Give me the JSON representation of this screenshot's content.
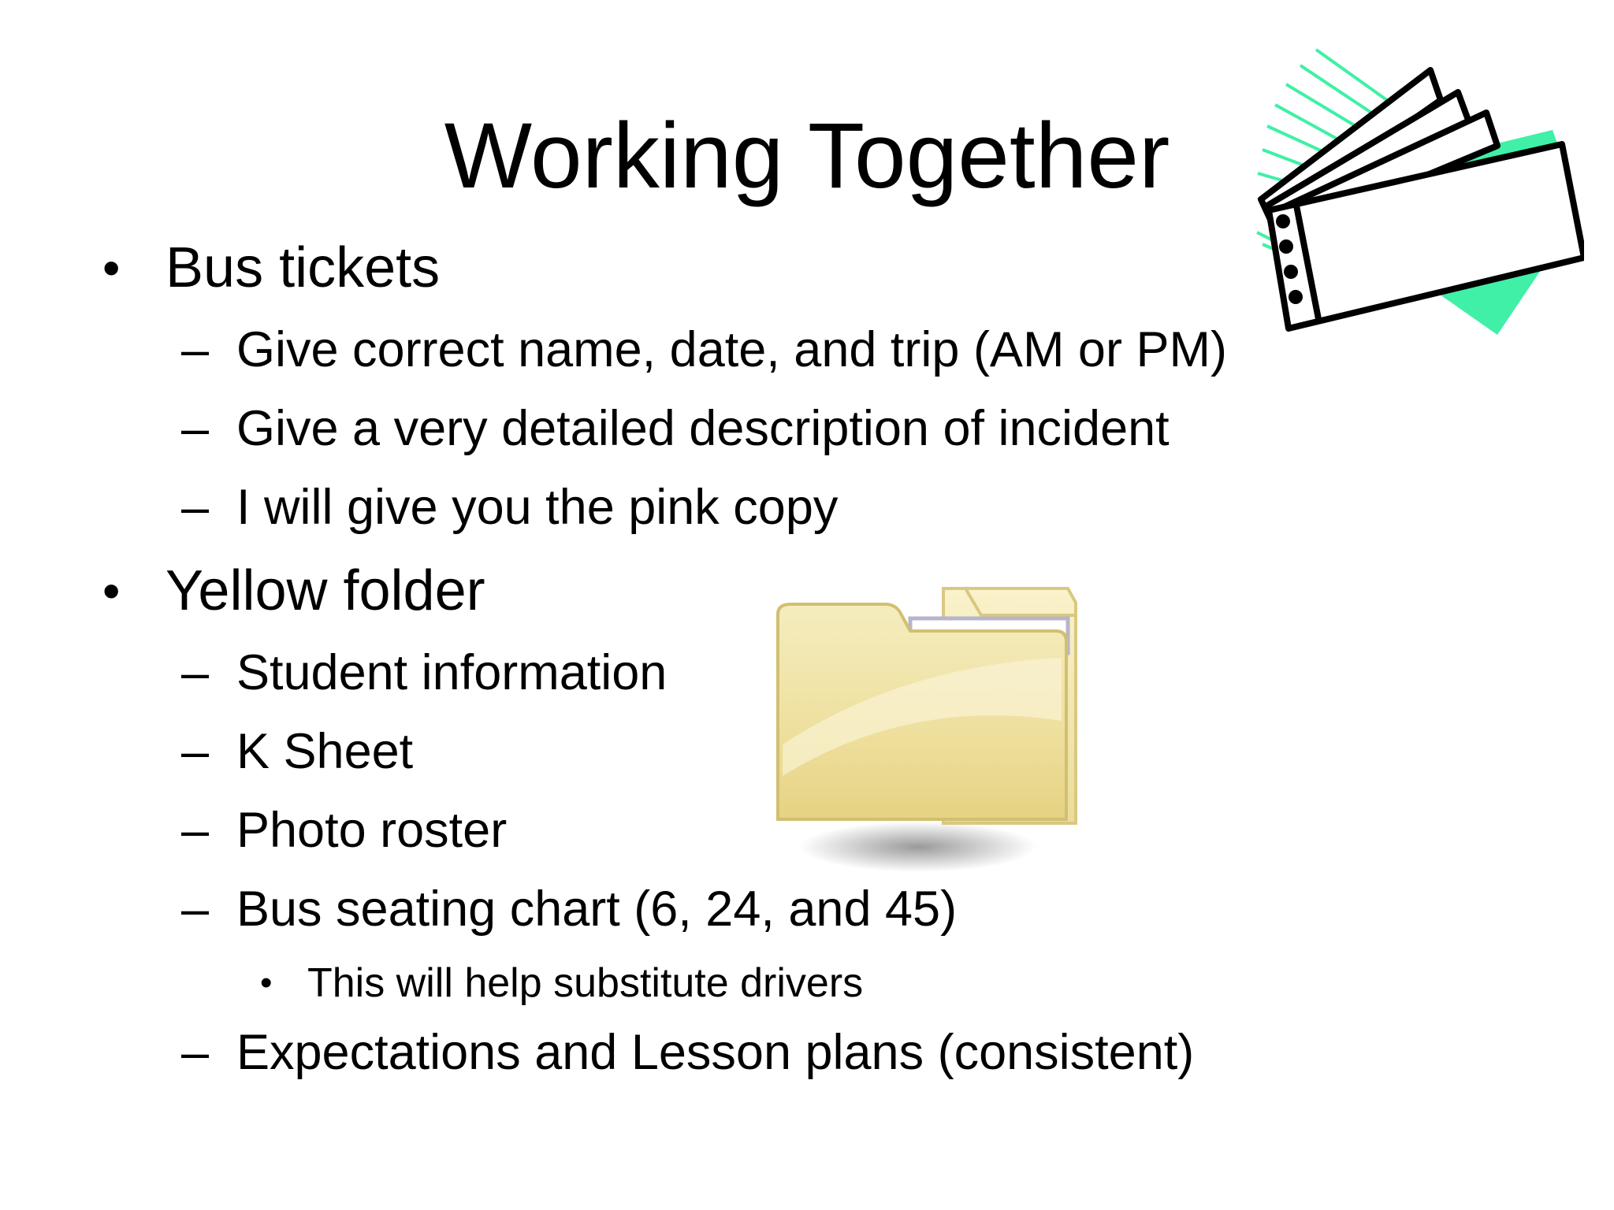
{
  "slide": {
    "title": "Working Together",
    "bullet_marker": "•",
    "dash_marker": "–",
    "sections": [
      {
        "heading": "Bus tickets",
        "items": [
          "Give correct name, date, and trip (AM or PM)",
          "Give a very detailed description of incident",
          "I will give you the pink copy"
        ]
      },
      {
        "heading": "Yellow folder",
        "items": [
          "Student information",
          "K Sheet",
          "Photo roster",
          "Bus seating chart (6, 24, and 45)"
        ],
        "subitem": "This will help substitute drivers",
        "last_item": "Expectations and Lesson plans (consistent)"
      }
    ]
  },
  "colors": {
    "text": "#000000",
    "background": "#ffffff",
    "ticket_accent": "#3ff0a6",
    "folder_yellow": "#f2e6a6"
  },
  "icons": {
    "tickets": "tickets-icon",
    "folder": "folder-icon"
  }
}
